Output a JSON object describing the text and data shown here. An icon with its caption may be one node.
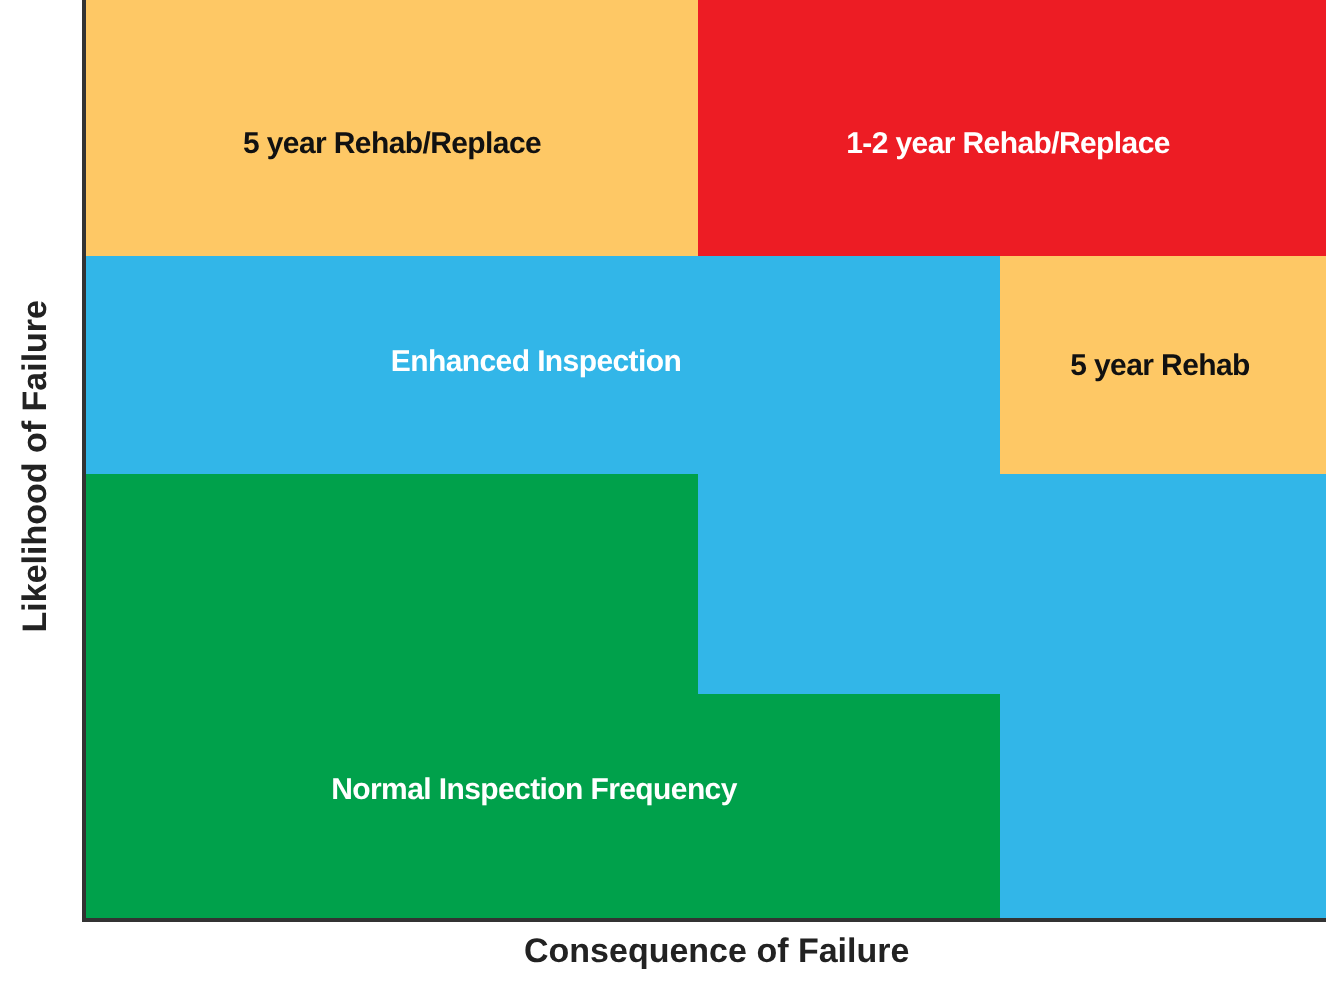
{
  "diagram": {
    "nodes": [
      {
        "text": [
          "5 year Rehab/Replace"
        ]
      },
      {
        "text": [
          "1-2 year Rehab/Replace"
        ]
      },
      {
        "text": [
          "Enhanced Inspection"
        ]
      },
      {
        "text": [
          "5 year Rehab"
        ]
      },
      {
        "text": [
          "Normal Inspection Frequency"
        ]
      }
    ],
    "labels": [
      "Likelihood of Failure",
      "Consequence of Failure"
    ]
  }
}
